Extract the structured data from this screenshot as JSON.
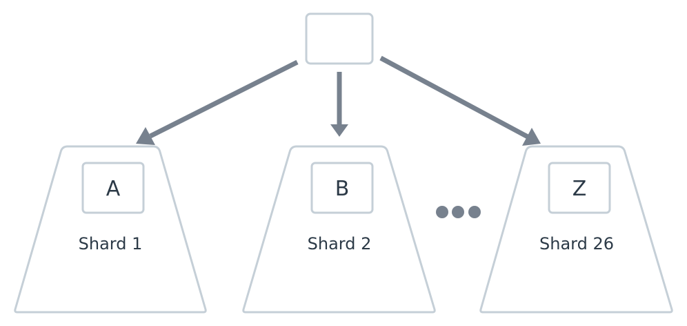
{
  "diagram": {
    "colors": {
      "outline": "#c5cfd7",
      "arrow": "#77818e",
      "text": "#2c3a47",
      "ellipsis": "#77818e"
    },
    "router": {
      "label": ""
    },
    "shards": [
      {
        "key": "A",
        "label": "Shard 1"
      },
      {
        "key": "B",
        "label": "Shard 2"
      },
      {
        "key": "Z",
        "label": "Shard 26"
      }
    ],
    "ellipsis_icon": "ellipsis-icon"
  }
}
